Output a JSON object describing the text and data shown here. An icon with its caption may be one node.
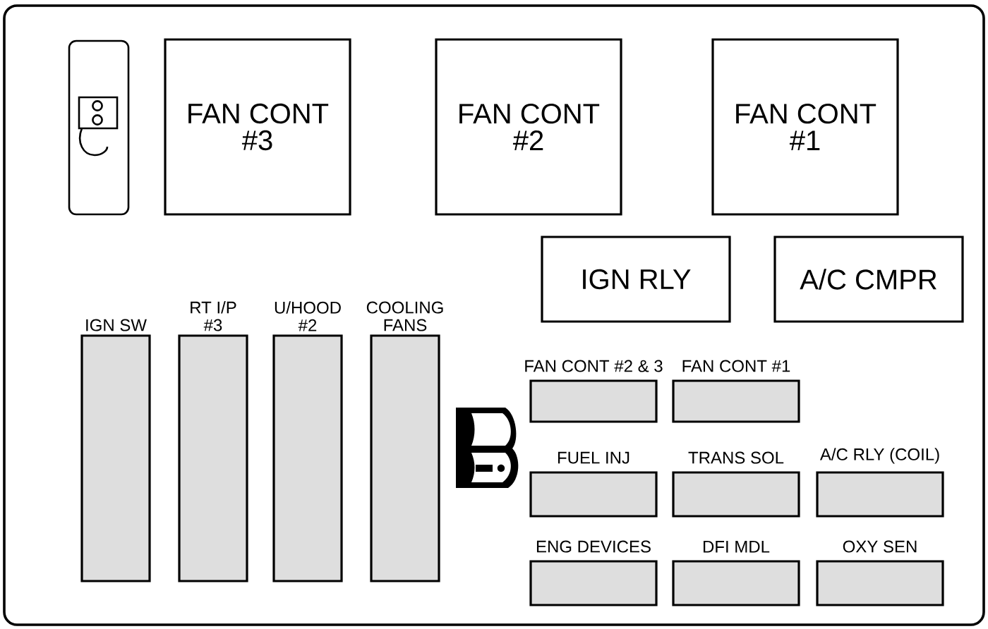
{
  "diagram": {
    "nodes": [
      {
        "text": [],
        "shape": "box"
      },
      {
        "text": [
          "FAN CONT #3"
        ],
        "in": 0
      },
      {
        "text": [
          "FAN CONT #2"
        ],
        "in": 0
      },
      {
        "text": [
          "FAN CONT #1"
        ],
        "in": 0
      },
      {
        "text": [
          "IGN RLY"
        ],
        "in": 0
      },
      {
        "text": [
          "A/C CMPR"
        ],
        "in": 0
      },
      {
        "text": [
          "IGN SW"
        ],
        "in": 0
      },
      {
        "text": [
          "RT I/P #3"
        ],
        "in": 0
      },
      {
        "text": [
          "U/HOOD #2"
        ],
        "in": 0
      },
      {
        "text": [
          "COOLING FANS"
        ],
        "in": 0
      },
      {
        "text": [
          "FAN CONT #2 & 3"
        ],
        "in": 0
      },
      {
        "text": [
          "FAN CONT #1"
        ],
        "in": 0
      },
      {
        "text": [
          "FUEL INJ"
        ],
        "in": 0
      },
      {
        "text": [
          "TRANS SOL"
        ],
        "in": 0
      },
      {
        "text": [
          "A/C RLY (COIL)"
        ],
        "in": 0
      },
      {
        "text": [
          "ENG DEVICES"
        ],
        "in": 0
      },
      {
        "text": [
          "DFI MDL"
        ],
        "in": 0
      },
      {
        "text": [
          "OXY SEN"
        ],
        "in": 0
      }
    ]
  }
}
